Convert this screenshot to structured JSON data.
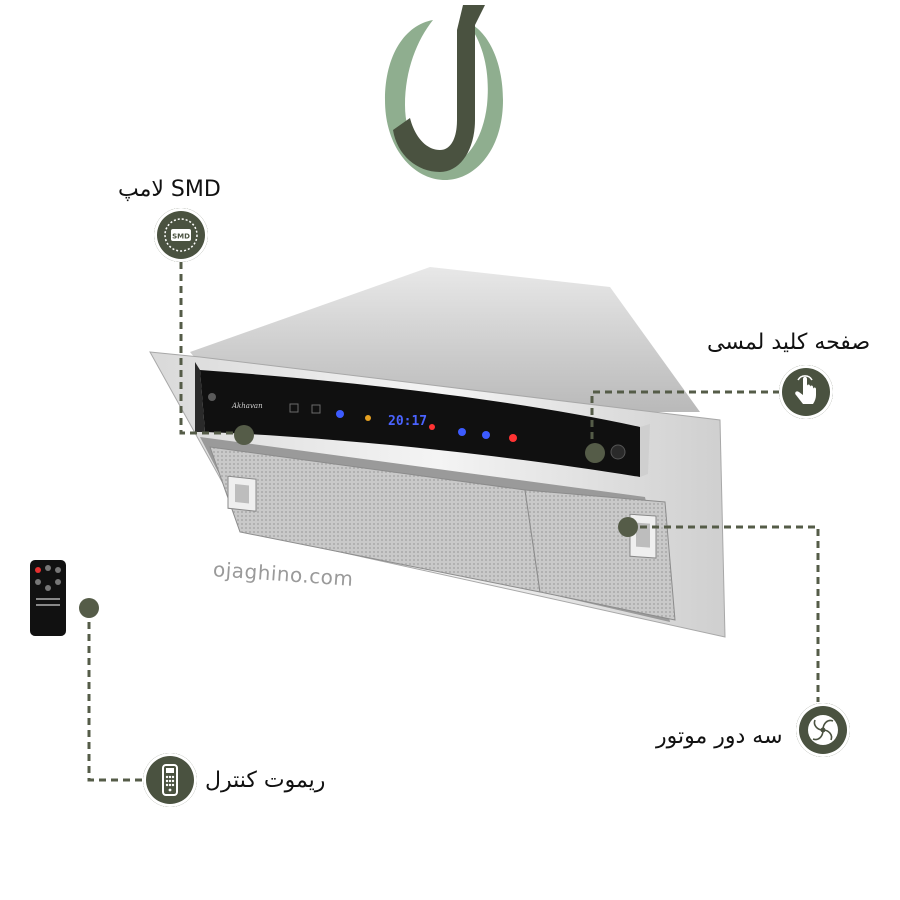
{
  "watermark": "ojaghino.com",
  "features": {
    "smd_lamp": {
      "label": "لامپ SMD",
      "icon": "smd-chip-icon",
      "icon_text": "SMD"
    },
    "touch_panel": {
      "label": "صفحه کلید لمسی",
      "icon": "touch-hand-icon"
    },
    "motor_speeds": {
      "label": "سه دور موتور",
      "icon": "fan-swirl-icon"
    },
    "remote_control": {
      "label": "ریموت کنترل",
      "icon": "remote-control-icon"
    }
  },
  "hood_panel": {
    "brand": "Akhavan",
    "display_value": "20:17"
  },
  "colors": {
    "badge": "#4a5240",
    "logo_dark": "#4a5240",
    "logo_light": "#8fae8f",
    "connector": "#555c48",
    "display": "#4a63ff"
  }
}
